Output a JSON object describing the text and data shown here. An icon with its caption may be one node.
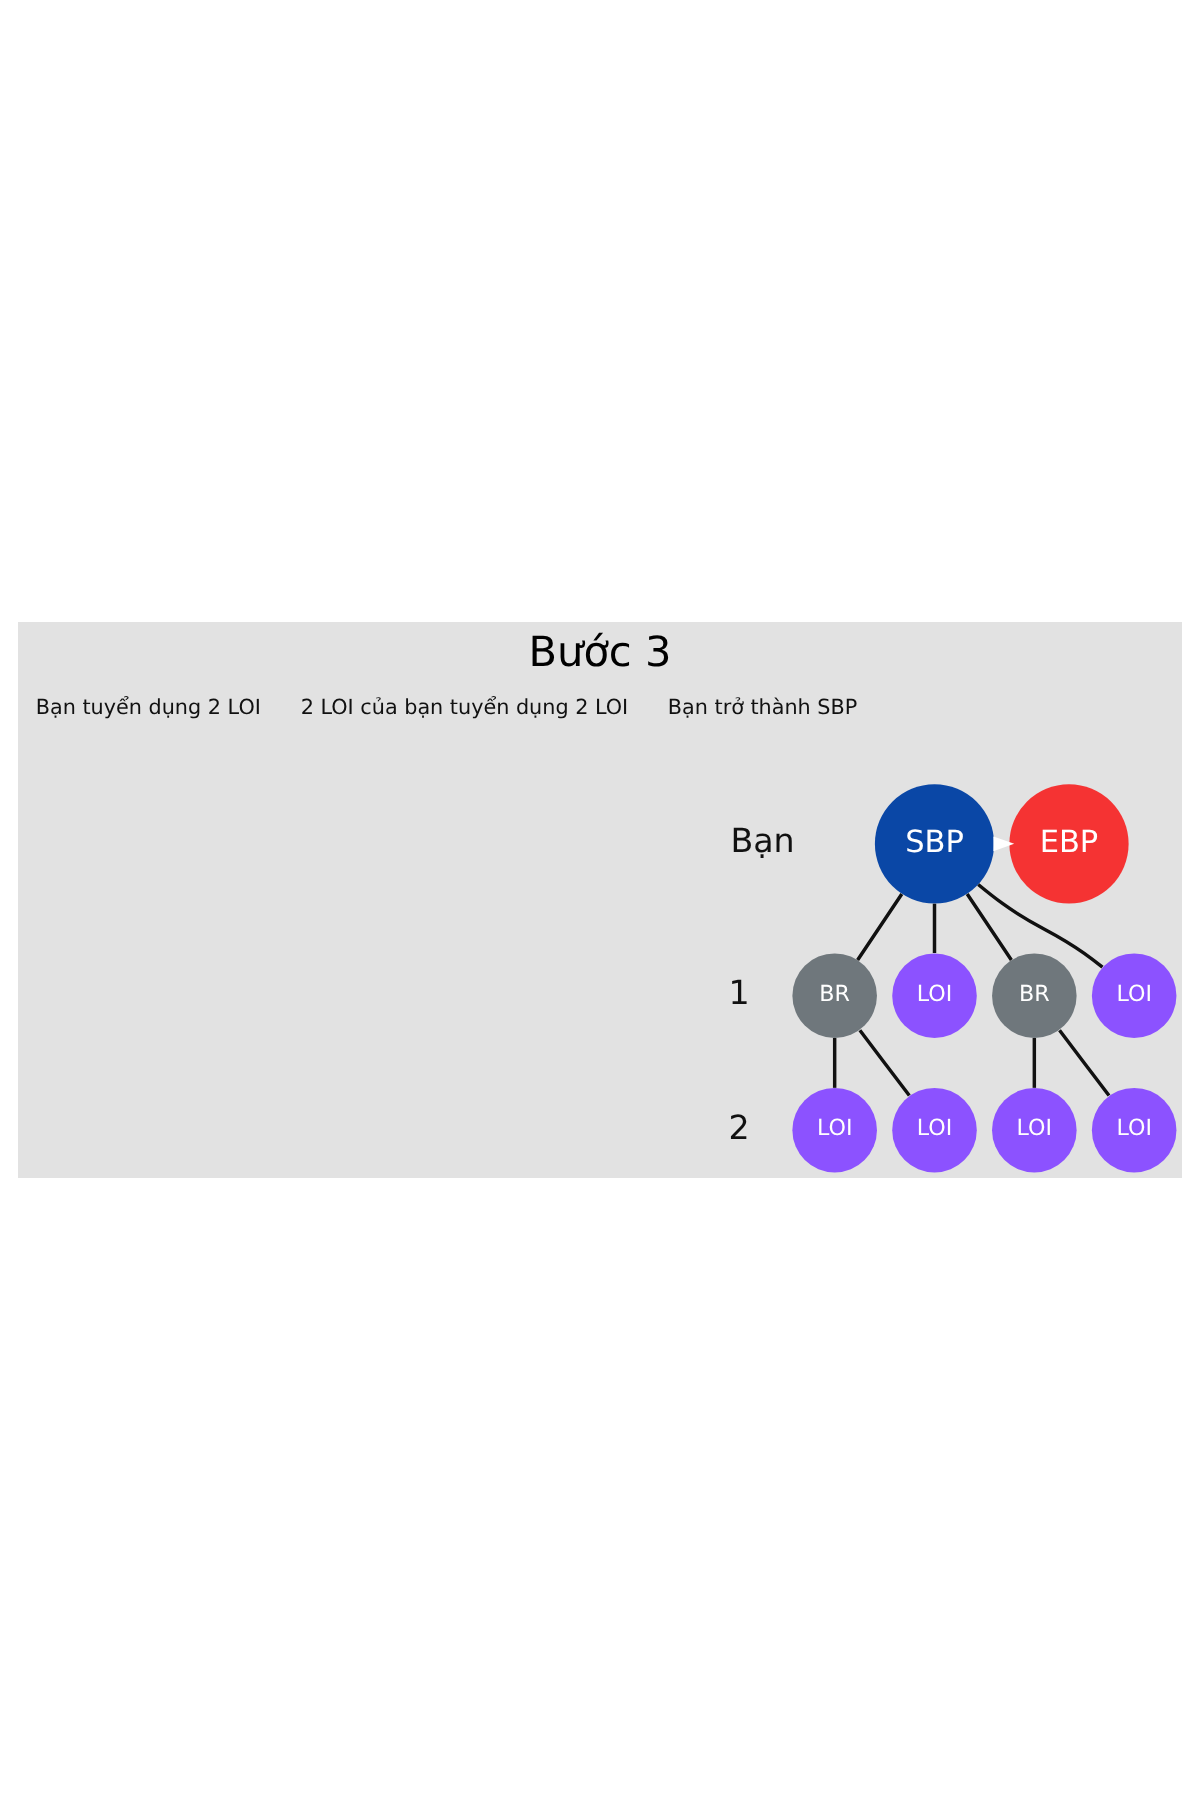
{
  "diagram": {
    "title": "Bước 3",
    "nodes": [
      {
        "text": [
          "SBP"
        ]
      },
      {
        "text": [
          "EBP"
        ]
      },
      {
        "text": [
          "BR"
        ]
      },
      {
        "text": [
          "LOI"
        ]
      },
      {
        "text": [
          "BR"
        ]
      },
      {
        "text": [
          "LOI"
        ]
      },
      {
        "text": [
          "LOI"
        ]
      },
      {
        "text": [
          "LOI"
        ]
      },
      {
        "text": [
          "LOI"
        ]
      },
      {
        "text": [
          "LOI"
        ]
      }
    ],
    "edges": [
      {
        "from": 0,
        "to": 1,
        "arrow": "to",
        "style": "dashed",
        "color": "#ffffff"
      },
      {
        "from": 0,
        "to": 2,
        "arrow": "none"
      },
      {
        "from": 0,
        "to": 3,
        "arrow": "none"
      },
      {
        "from": 0,
        "to": 4,
        "arrow": "none"
      },
      {
        "from": 0,
        "to": 5,
        "arrow": "none"
      },
      {
        "from": 2,
        "to": 6,
        "arrow": "none"
      },
      {
        "from": 2,
        "to": 7,
        "arrow": "none"
      },
      {
        "from": 4,
        "to": 8,
        "arrow": "none"
      },
      {
        "from": 4,
        "to": 9,
        "arrow": "none"
      }
    ],
    "labels": [
      "Bạn tuyển dụng 2 LOI",
      "2 LOI của bạn tuyển dụng 2 LOI",
      "Bạn trở thành SBP",
      "Bạn",
      "1",
      "2"
    ]
  }
}
